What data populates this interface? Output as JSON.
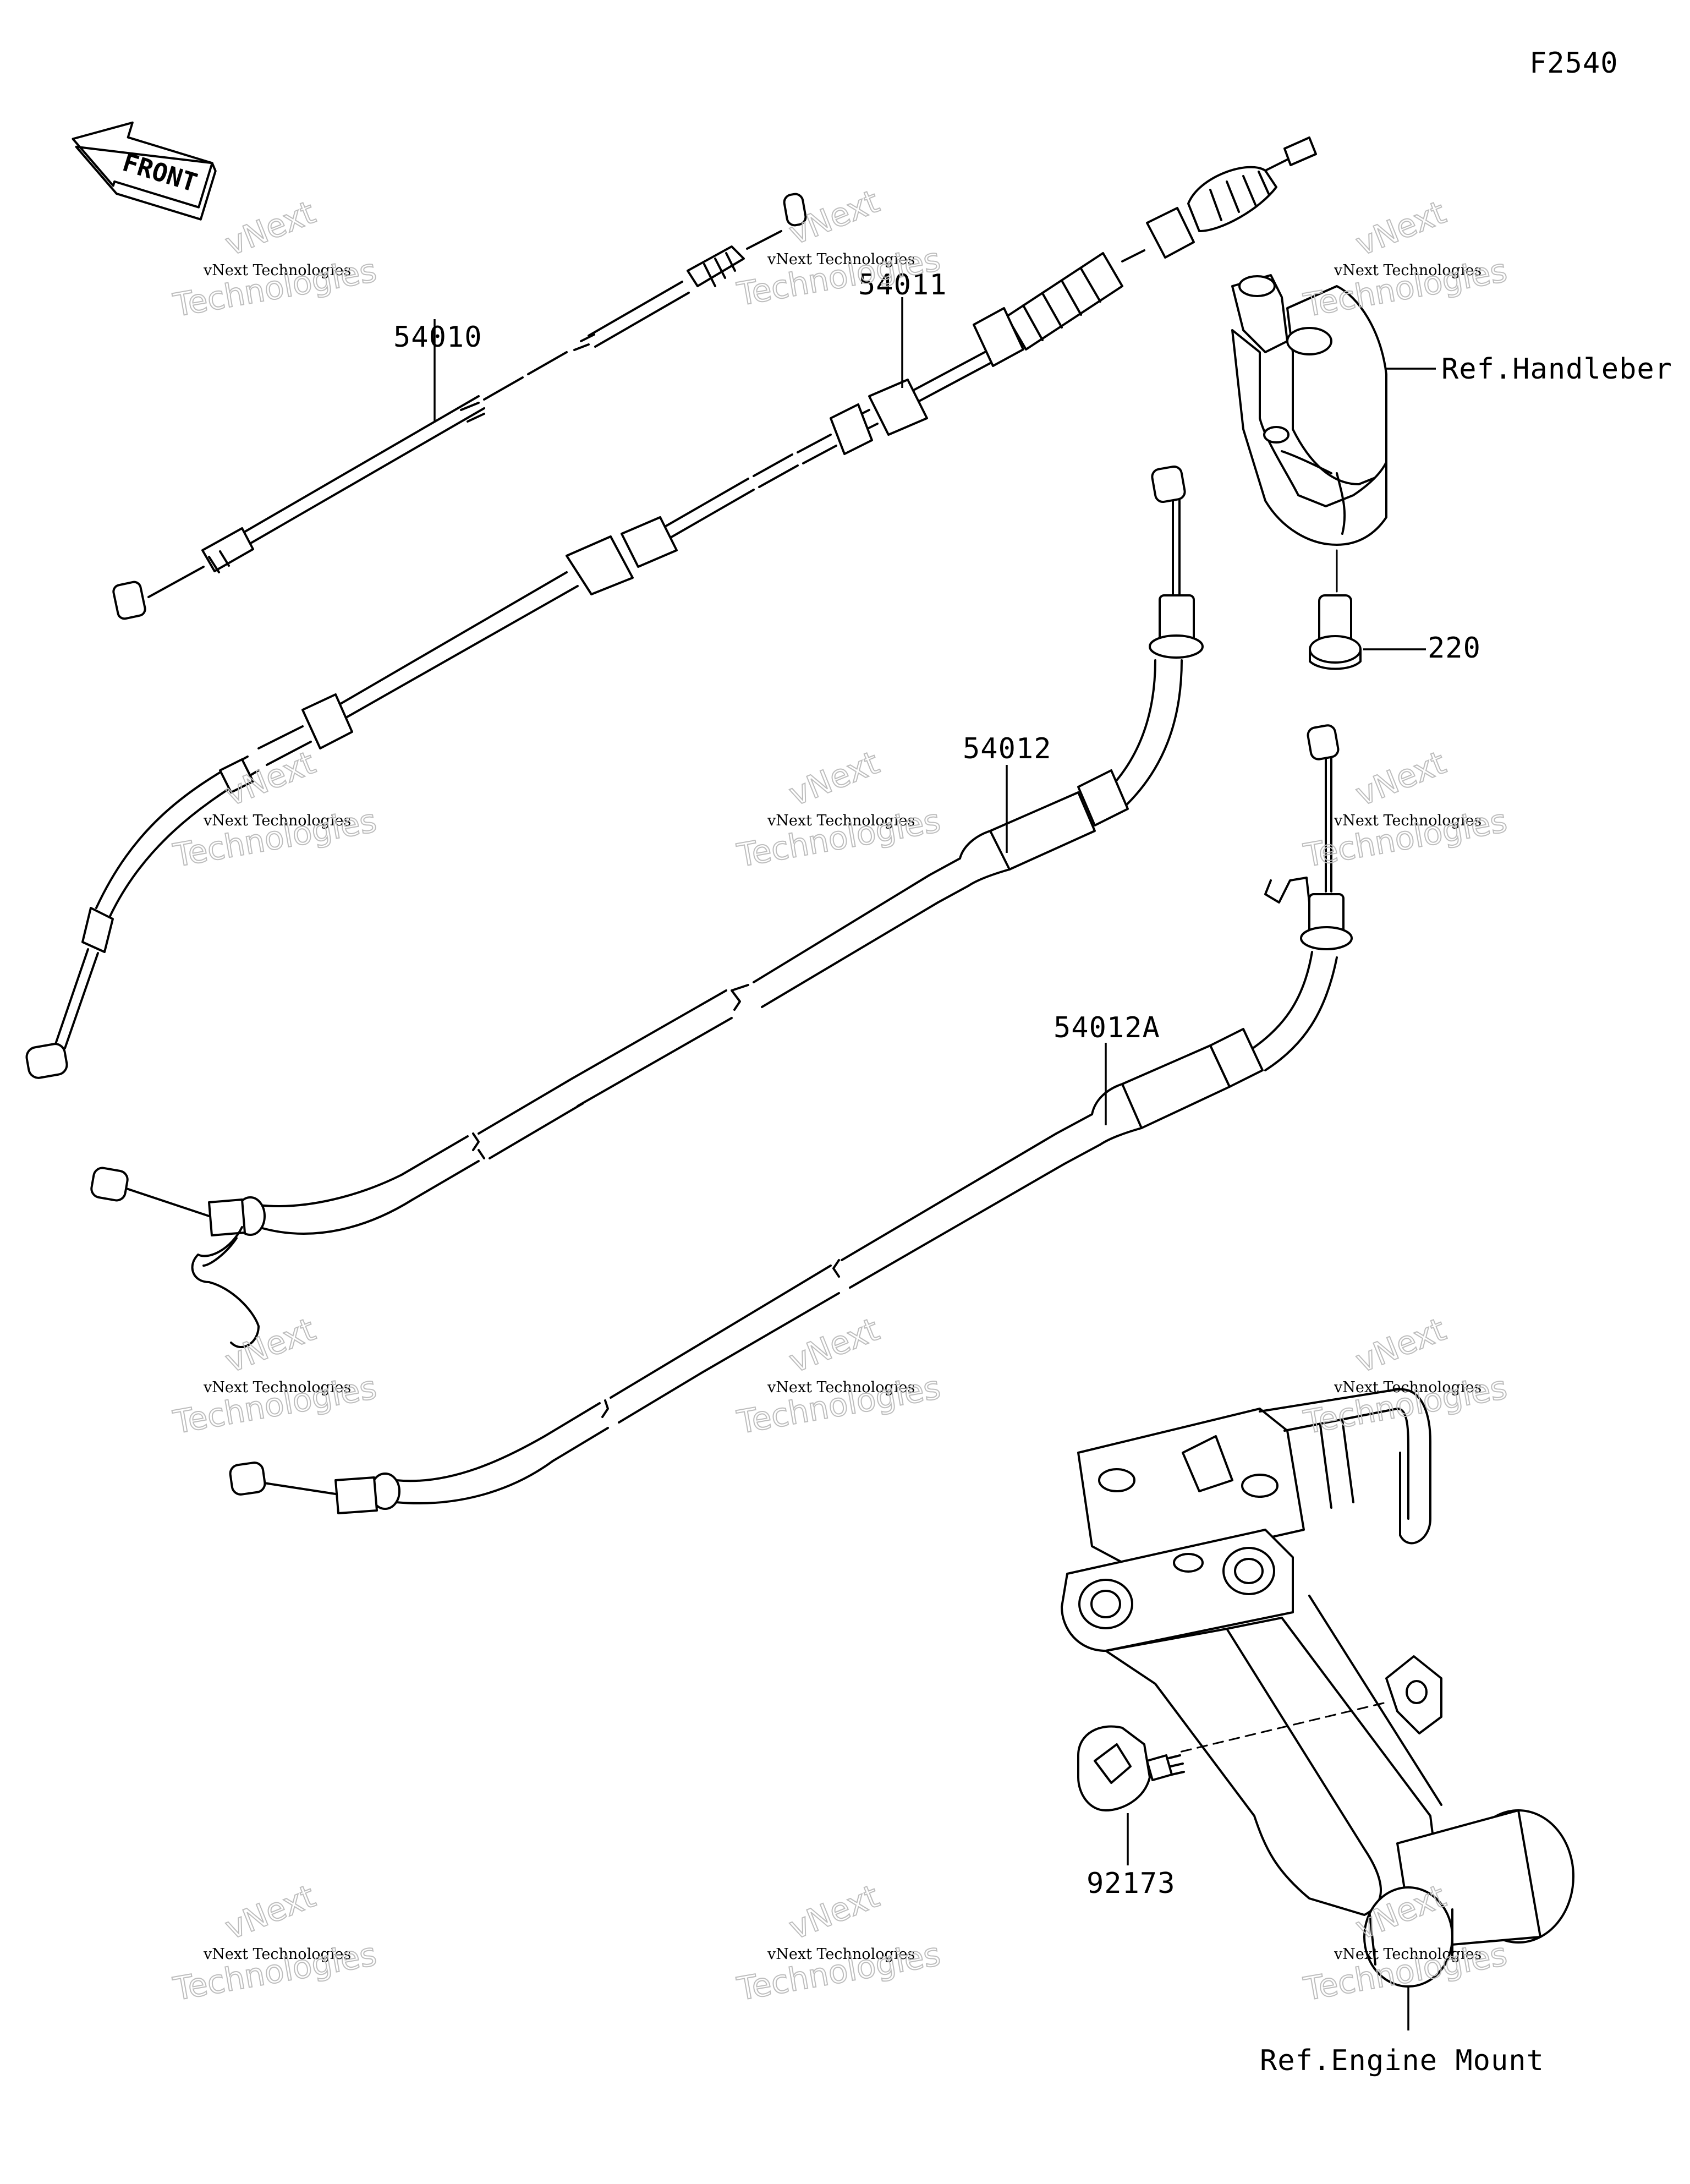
{
  "diagram_code": "F2540",
  "direction_arrow": {
    "text": "FRONT",
    "icon": "front-arrow-icon"
  },
  "callouts": {
    "p54010": "54010",
    "p54011": "54011",
    "p54012": "54012",
    "p54012a": "54012A",
    "p220": "220",
    "p92173": "92173",
    "ref_handlebar": "Ref.Handleber",
    "ref_engine_mount": "Ref.Engine Mount"
  },
  "watermark": {
    "line1": "vNext Technologies",
    "line2": "Technologies",
    "line3": "vNext"
  },
  "colors": {
    "line": "#000000",
    "background": "#ffffff",
    "watermark_outline": "#bdbdbd"
  }
}
